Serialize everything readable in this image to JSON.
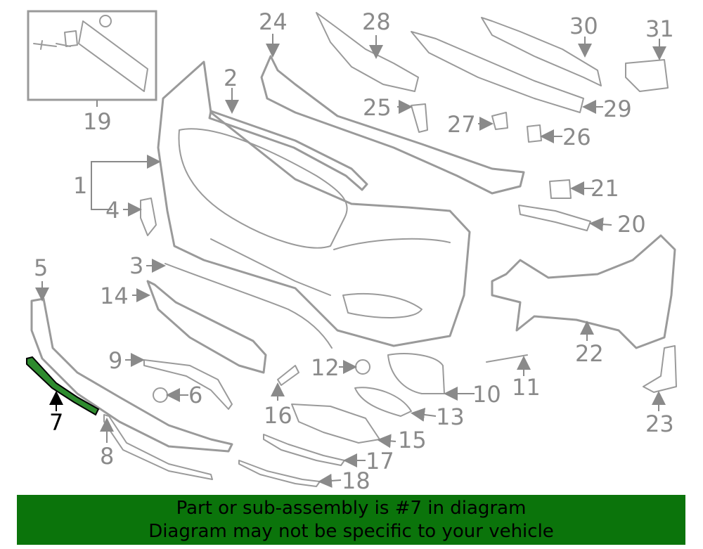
{
  "diagram": {
    "highlighted_part": "7",
    "callouts": [
      "1",
      "2",
      "3",
      "4",
      "5",
      "6",
      "7",
      "8",
      "9",
      "10",
      "11",
      "12",
      "13",
      "14",
      "15",
      "16",
      "17",
      "18",
      "19",
      "20",
      "21",
      "22",
      "23",
      "24",
      "25",
      "26",
      "27",
      "28",
      "29",
      "30",
      "31"
    ]
  },
  "banner": {
    "line1": "Part or sub-assembly is #7 in diagram",
    "line2": "Diagram may not be specific to your vehicle",
    "background_color": "#0b740b"
  },
  "colors": {
    "part_stroke": "#9a9a9a",
    "highlight_fill": "#2e8b2e"
  }
}
